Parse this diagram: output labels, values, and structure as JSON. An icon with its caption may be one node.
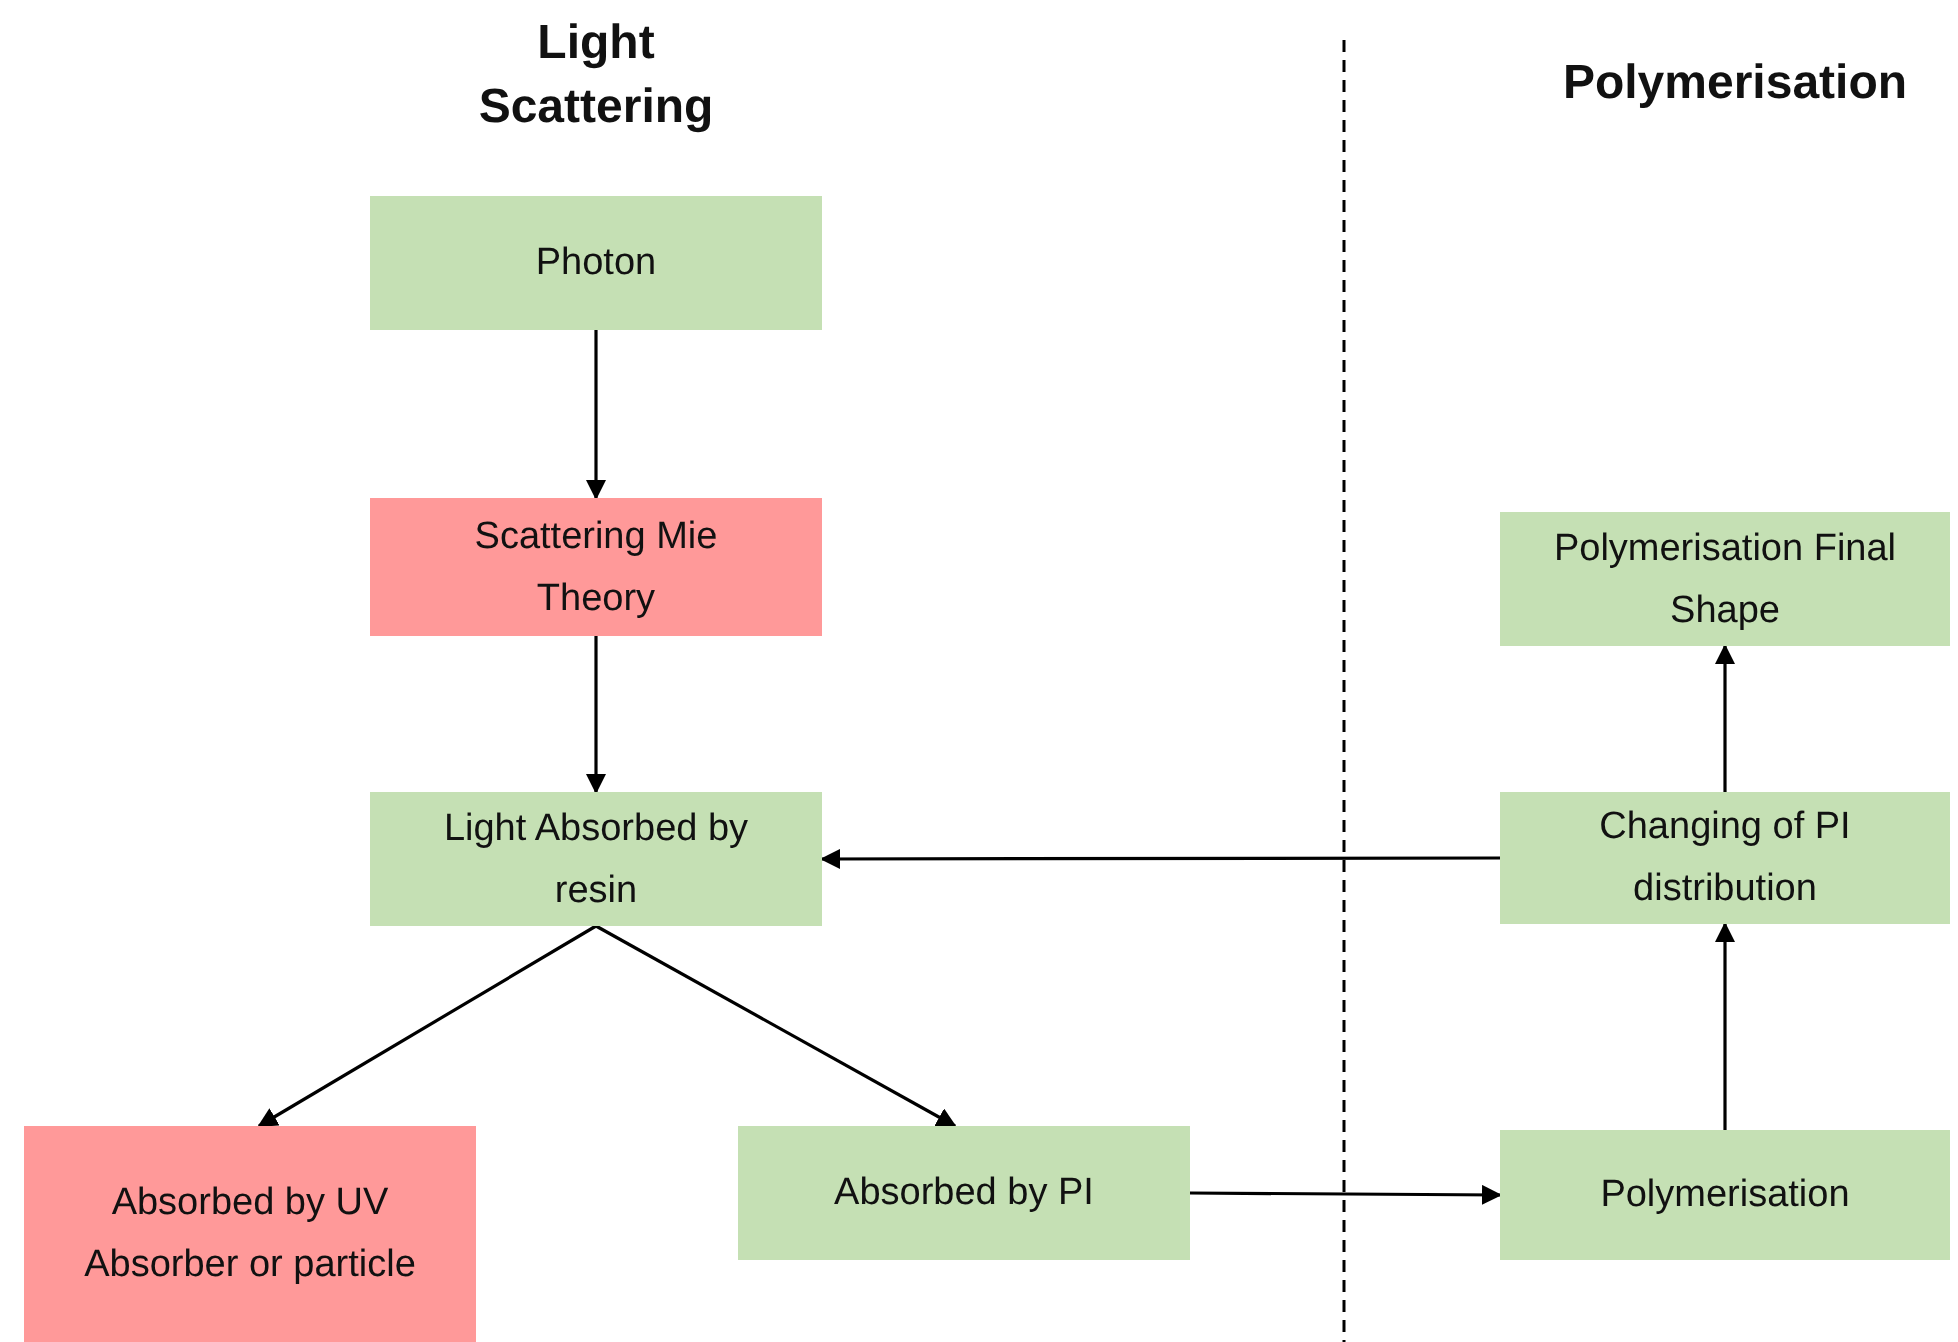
{
  "diagram": {
    "nodes": [
      {
        "text": [
          "Photon"
        ]
      },
      {
        "text": [
          "Scattering Mie Theory"
        ]
      },
      {
        "text": [
          "Light Absorbed by resin"
        ]
      },
      {
        "text": [
          "Absorbed by UV Absorber or particle"
        ]
      },
      {
        "text": [
          "Absorbed by PI"
        ]
      },
      {
        "text": [
          "Polymerisation"
        ]
      },
      {
        "text": [
          "Changing of PI distribution"
        ]
      },
      {
        "text": [
          "Polymerisation Final Shape"
        ]
      }
    ],
    "edges": [
      {
        "from": 0,
        "to": 1,
        "arrow": "to"
      },
      {
        "from": 1,
        "to": 2,
        "arrow": "to"
      },
      {
        "from": 2,
        "to": 3,
        "arrow": "to"
      },
      {
        "from": 2,
        "to": 4,
        "arrow": "to"
      },
      {
        "from": 4,
        "to": 5,
        "arrow": "to"
      },
      {
        "from": 5,
        "to": 6,
        "arrow": "to"
      },
      {
        "from": 6,
        "to": 7,
        "arrow": "to"
      },
      {
        "from": 6,
        "to": 2,
        "arrow": "to"
      }
    ],
    "labels": [
      "Light Scattering",
      "Polymerisation"
    ]
  }
}
